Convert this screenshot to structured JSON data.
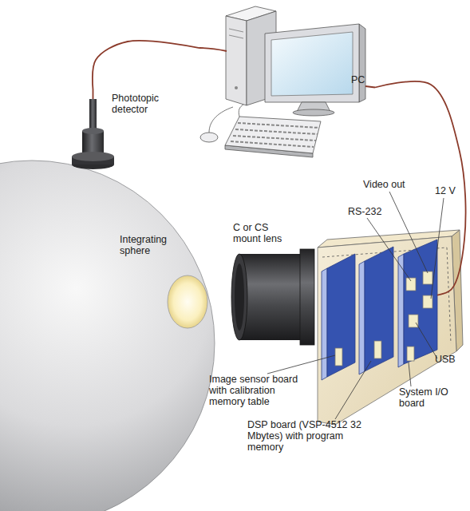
{
  "diagram": {
    "nodes": [
      {
        "text": [
          "PC"
        ]
      },
      {
        "text": [
          "Phototopic detector"
        ]
      },
      {
        "text": [
          "Integrating sphere"
        ]
      },
      {
        "text": [
          "C or CS mount lens"
        ]
      },
      {
        "text": [
          "Image sensor board with calibration memory table"
        ]
      },
      {
        "text": [
          "DSP board (VSP-4512 32 Mbytes) with program memory"
        ]
      },
      {
        "text": [
          "System I/O board"
        ]
      }
    ],
    "edges": [
      {
        "from": 1,
        "to": 0,
        "arrow": "none"
      },
      {
        "from": 0,
        "to": 6,
        "arrow": "none"
      }
    ],
    "labels": [
      "Video out",
      "12 V",
      "RS-232",
      "USB"
    ]
  }
}
